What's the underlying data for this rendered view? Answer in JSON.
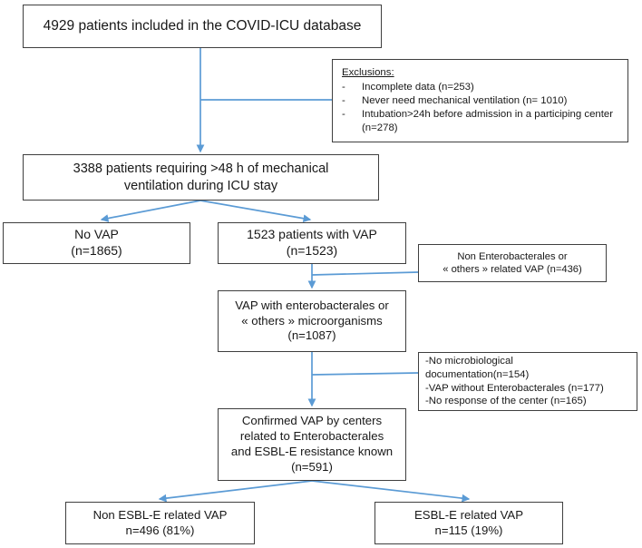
{
  "figure": {
    "type": "flowchart",
    "title": "COVID-ICU VAP patient selection flow diagram",
    "colors": {
      "box_border": "#3f3f3f",
      "connector": "#5b9bd5",
      "text": "#181818",
      "background": "#ffffff"
    }
  },
  "nodes": {
    "total": {
      "lines": [
        "4929 patients included in the COVID-ICU database"
      ]
    },
    "exclusions": {
      "title": "Exclusions:",
      "bullet": "-",
      "items": [
        "Incomplete data (n=253)",
        "Never need mechanical ventilation (n= 1010)",
        "Intubation>24h  before admission in a participing center (n=278)"
      ]
    },
    "ventilated": {
      "lines": [
        "3388 patients requiring >48 h of mechanical",
        "ventilation during ICU stay"
      ]
    },
    "no_vap": {
      "lines": [
        "No VAP",
        "(n=1865)"
      ]
    },
    "vap": {
      "lines": [
        "1523 patients with  VAP",
        "(n=1523)"
      ]
    },
    "non_entero_excluded": {
      "lines": [
        "Non Enterobacterales or",
        "« others » related VAP (n=436)"
      ]
    },
    "vap_entero": {
      "lines": [
        "VAP with enterobacterales or",
        "« others » microorganisms",
        "(n=1087)"
      ]
    },
    "no_micro_excluded": {
      "lines": [
        "-No microbiological",
        "documentation(n=154)",
        "-VAP without Enterobacterales (n=177)",
        "-No response of the center (n=165)"
      ]
    },
    "confirmed": {
      "lines": [
        "Confirmed VAP by centers",
        "related to Enterobacterales",
        "and ESBL-E resistance known",
        "(n=591)"
      ]
    },
    "non_esbl": {
      "lines": [
        "Non ESBL-E related VAP",
        "n=496 (81%)"
      ]
    },
    "esbl": {
      "lines": [
        "ESBL-E related VAP",
        "n=115 (19%)"
      ]
    }
  },
  "chart_data": {
    "type": "flowchart",
    "title": "COVID-ICU VAP patient selection flow diagram",
    "stages": [
      {
        "label": "4929 patients included in the COVID-ICU database",
        "n": 4929
      },
      {
        "label": "3388 patients requiring >48 h of mechanical ventilation during ICU stay",
        "n": 3388
      },
      {
        "label": "No VAP",
        "n": 1865
      },
      {
        "label": "1523 patients with VAP",
        "n": 1523
      },
      {
        "label": "VAP with enterobacterales or « others » microorganisms",
        "n": 1087
      },
      {
        "label": "Confirmed VAP by centers related to Enterobacterales and ESBL-E resistance known",
        "n": 591
      },
      {
        "label": "Non ESBL-E related VAP",
        "n": 496,
        "pct": 81
      },
      {
        "label": "ESBL-E related VAP",
        "n": 115,
        "pct": 19
      }
    ],
    "exclusions": [
      {
        "label": "Incomplete data",
        "n": 253
      },
      {
        "label": "Never need mechanical ventilation",
        "n": 1010
      },
      {
        "label": "Intubation>24h before admission in a participing center",
        "n": 278
      },
      {
        "label": "Non Enterobacterales or « others » related VAP",
        "n": 436
      },
      {
        "label": "No microbiological documentation",
        "n": 154
      },
      {
        "label": "VAP without Enterobacterales",
        "n": 177
      },
      {
        "label": "No response of the center",
        "n": 165
      }
    ]
  }
}
